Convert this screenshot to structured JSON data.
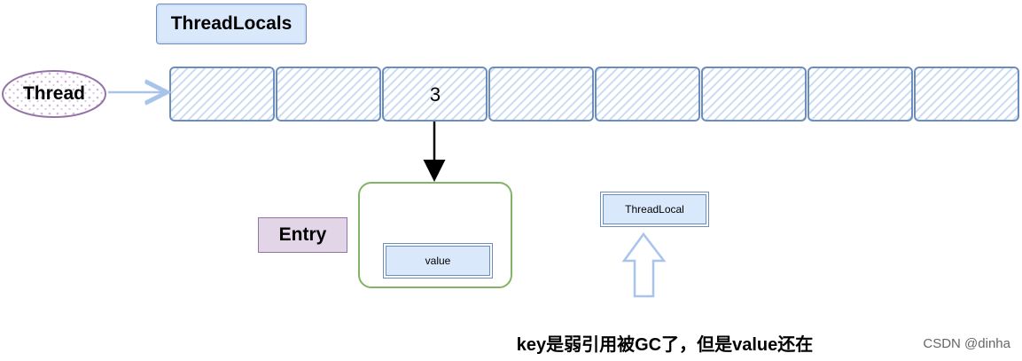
{
  "title": "ThreadLocals",
  "thread_label": "Thread",
  "cells": [
    "",
    "",
    "3",
    "",
    "",
    "",
    "",
    ""
  ],
  "entry_label": "Entry",
  "value_label": "value",
  "threadlocal_label": "ThreadLocal",
  "caption": "key是弱引用被GC了，但是value还在",
  "watermark": "CSDN @dinha",
  "colors": {
    "cell_fill": "#dae8fc",
    "cell_stroke": "#6c8ebf",
    "thread_fill": "#e1d5e7",
    "thread_stroke": "#9673a6",
    "entry_stroke": "#82b366",
    "arrow_light": "#a9c4eb"
  }
}
